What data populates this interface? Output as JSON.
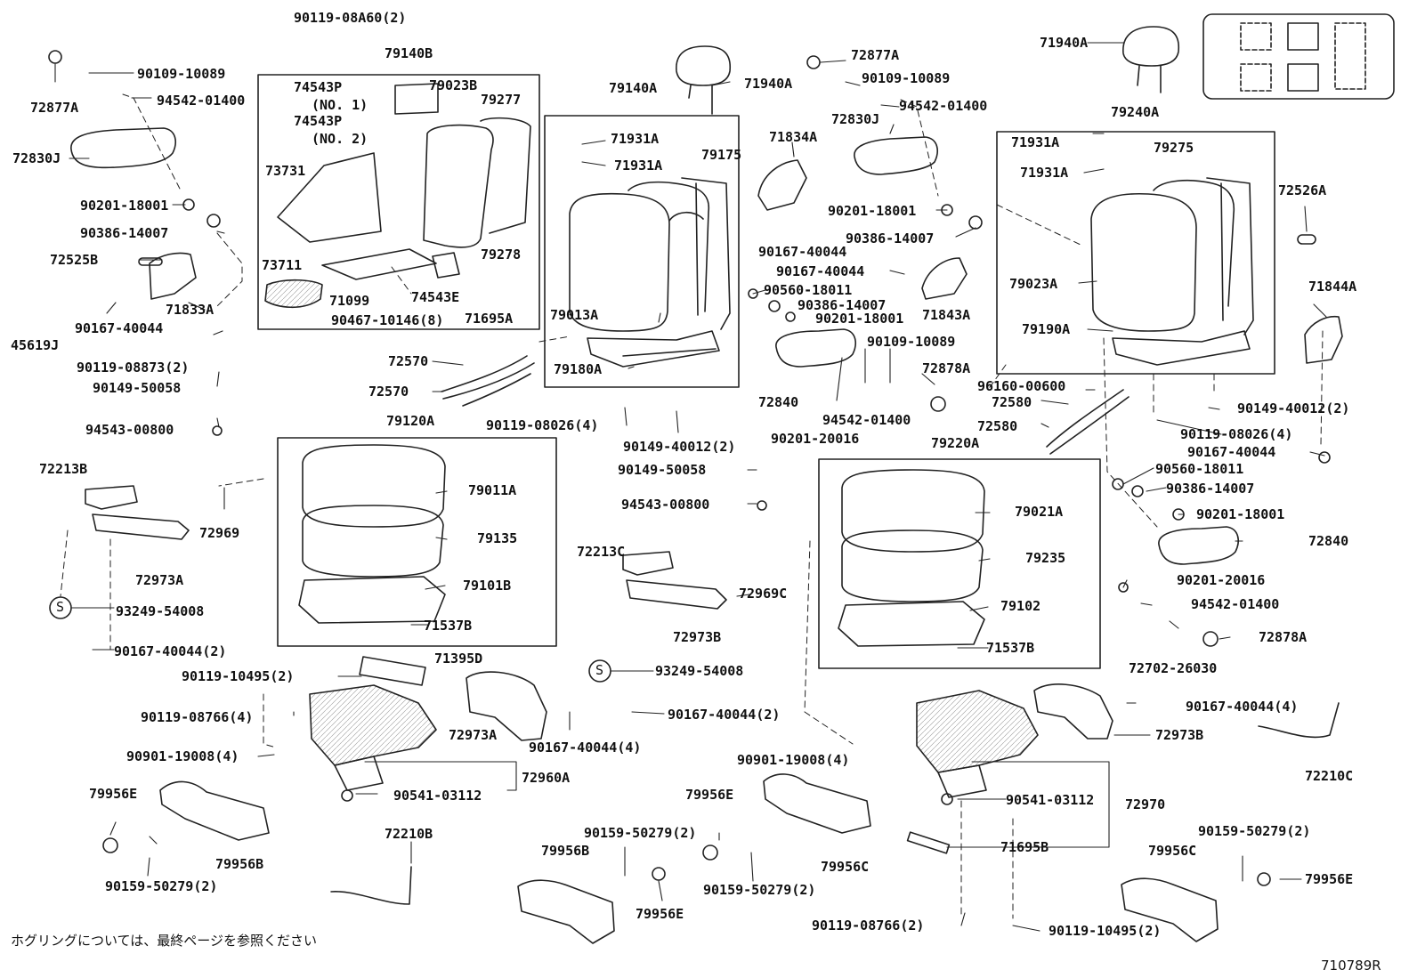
{
  "diagram": {
    "labels": [
      {
        "id": "l001",
        "text": "90119-08A60(2)"
      },
      {
        "id": "l002",
        "text": "79140B"
      },
      {
        "id": "l003",
        "text": "90109-10089"
      },
      {
        "id": "l004",
        "text": "72877A"
      },
      {
        "id": "l005",
        "text": "94542-01400"
      },
      {
        "id": "l006",
        "text": "74543P"
      },
      {
        "id": "l007",
        "text": "(NO. 1)"
      },
      {
        "id": "l008",
        "text": "74543P"
      },
      {
        "id": "l009",
        "text": "(NO. 2)"
      },
      {
        "id": "l010",
        "text": "79023B"
      },
      {
        "id": "l011",
        "text": "79277"
      },
      {
        "id": "l012",
        "text": "72830J"
      },
      {
        "id": "l013",
        "text": "73731"
      },
      {
        "id": "l014",
        "text": "90201-18001"
      },
      {
        "id": "l015",
        "text": "90386-14007"
      },
      {
        "id": "l016",
        "text": "72525B"
      },
      {
        "id": "l017",
        "text": "73711"
      },
      {
        "id": "l018",
        "text": "79278"
      },
      {
        "id": "l019",
        "text": "74543E"
      },
      {
        "id": "l020",
        "text": "71099"
      },
      {
        "id": "l021",
        "text": "71833A"
      },
      {
        "id": "l022",
        "text": "90467-10146(8)"
      },
      {
        "id": "l023",
        "text": "71695A"
      },
      {
        "id": "l024",
        "text": "90167-40044"
      },
      {
        "id": "l025",
        "text": "45619J"
      },
      {
        "id": "l026",
        "text": "90119-08873(2)"
      },
      {
        "id": "l027",
        "text": "90149-50058"
      },
      {
        "id": "l028",
        "text": "94543-00800"
      },
      {
        "id": "l029",
        "text": "79140A"
      },
      {
        "id": "l030",
        "text": "71940A"
      },
      {
        "id": "l031",
        "text": "71931A"
      },
      {
        "id": "l032",
        "text": "71931A"
      },
      {
        "id": "l033",
        "text": "79175"
      },
      {
        "id": "l034",
        "text": "79013A"
      },
      {
        "id": "l035",
        "text": "79180A"
      },
      {
        "id": "l036",
        "text": "72570"
      },
      {
        "id": "l037",
        "text": "72570"
      },
      {
        "id": "l038",
        "text": "90119-08026(4)"
      },
      {
        "id": "l039",
        "text": "90149-40012(2)"
      },
      {
        "id": "l040",
        "text": "72877A"
      },
      {
        "id": "l041",
        "text": "90109-10089"
      },
      {
        "id": "l042",
        "text": "94542-01400"
      },
      {
        "id": "l043",
        "text": "71834A"
      },
      {
        "id": "l044",
        "text": "72830J"
      },
      {
        "id": "l045",
        "text": "90201-18001"
      },
      {
        "id": "l046",
        "text": "90386-14007"
      },
      {
        "id": "l047",
        "text": "90167-40044"
      },
      {
        "id": "l048",
        "text": "90167-40044"
      },
      {
        "id": "l049",
        "text": "90560-18011"
      },
      {
        "id": "l050",
        "text": "90386-14007"
      },
      {
        "id": "l051",
        "text": "90201-18001"
      },
      {
        "id": "l052",
        "text": "71843A"
      },
      {
        "id": "l053",
        "text": "90109-10089"
      },
      {
        "id": "l054",
        "text": "72878A"
      },
      {
        "id": "l055",
        "text": "72840"
      },
      {
        "id": "l056",
        "text": "94542-01400"
      },
      {
        "id": "l057",
        "text": "90201-20016"
      },
      {
        "id": "l058",
        "text": "71940A"
      },
      {
        "id": "l059",
        "text": "79240A"
      },
      {
        "id": "l060",
        "text": "71931A"
      },
      {
        "id": "l061",
        "text": "71931A"
      },
      {
        "id": "l062",
        "text": "79275"
      },
      {
        "id": "l063",
        "text": "72526A"
      },
      {
        "id": "l064",
        "text": "79023A"
      },
      {
        "id": "l065",
        "text": "71844A"
      },
      {
        "id": "l066",
        "text": "79190A"
      },
      {
        "id": "l067",
        "text": "96160-00600"
      },
      {
        "id": "l068",
        "text": "72580"
      },
      {
        "id": "l069",
        "text": "72580"
      },
      {
        "id": "l070",
        "text": "90149-40012(2)"
      },
      {
        "id": "l071",
        "text": "90119-08026(4)"
      },
      {
        "id": "l072",
        "text": "90167-40044"
      },
      {
        "id": "l073",
        "text": "79120A"
      },
      {
        "id": "l074",
        "text": "79011A"
      },
      {
        "id": "l075",
        "text": "79135"
      },
      {
        "id": "l076",
        "text": "79101B"
      },
      {
        "id": "l077",
        "text": "71537B"
      },
      {
        "id": "l078",
        "text": "72213B"
      },
      {
        "id": "l079",
        "text": "72969"
      },
      {
        "id": "l080",
        "text": "72973A"
      },
      {
        "id": "l081",
        "text": "93249-54008"
      },
      {
        "id": "l082",
        "text": "90167-40044(2)"
      },
      {
        "id": "l083",
        "text": "90149-50058"
      },
      {
        "id": "l084",
        "text": "94543-00800"
      },
      {
        "id": "l085",
        "text": "72213C"
      },
      {
        "id": "l086",
        "text": "72969C"
      },
      {
        "id": "l087",
        "text": "72973B"
      },
      {
        "id": "l088",
        "text": "93249-54008"
      },
      {
        "id": "l089",
        "text": "90167-40044(2)"
      },
      {
        "id": "l090",
        "text": "79220A"
      },
      {
        "id": "l091",
        "text": "79021A"
      },
      {
        "id": "l092",
        "text": "79235"
      },
      {
        "id": "l093",
        "text": "79102"
      },
      {
        "id": "l094",
        "text": "71537B"
      },
      {
        "id": "l095",
        "text": "90560-18011"
      },
      {
        "id": "l096",
        "text": "90386-14007"
      },
      {
        "id": "l097",
        "text": "90201-18001"
      },
      {
        "id": "l098",
        "text": "72840"
      },
      {
        "id": "l099",
        "text": "90201-20016"
      },
      {
        "id": "l100",
        "text": "94542-01400"
      },
      {
        "id": "l101",
        "text": "72878A"
      },
      {
        "id": "l102",
        "text": "72702-26030"
      },
      {
        "id": "l103",
        "text": "71395D"
      },
      {
        "id": "l104",
        "text": "90119-10495(2)"
      },
      {
        "id": "l105",
        "text": "90119-08766(4)"
      },
      {
        "id": "l106",
        "text": "72973A"
      },
      {
        "id": "l107",
        "text": "90167-40044(4)"
      },
      {
        "id": "l108",
        "text": "90901-19008(4)"
      },
      {
        "id": "l109",
        "text": "72960A"
      },
      {
        "id": "l110",
        "text": "90541-03112"
      },
      {
        "id": "l111",
        "text": "79956E"
      },
      {
        "id": "l112",
        "text": "79956B"
      },
      {
        "id": "l113",
        "text": "90159-50279(2)"
      },
      {
        "id": "l114",
        "text": "72210B"
      },
      {
        "id": "l115",
        "text": "90167-40044(4)"
      },
      {
        "id": "l116",
        "text": "72973B"
      },
      {
        "id": "l117",
        "text": "72210C"
      },
      {
        "id": "l118",
        "text": "90901-19008(4)"
      },
      {
        "id": "l119",
        "text": "90541-03112"
      },
      {
        "id": "l120",
        "text": "72970"
      },
      {
        "id": "l121",
        "text": "79956E"
      },
      {
        "id": "l122",
        "text": "90159-50279(2)"
      },
      {
        "id": "l123",
        "text": "79956B"
      },
      {
        "id": "l124",
        "text": "79956C"
      },
      {
        "id": "l125",
        "text": "90159-50279(2)"
      },
      {
        "id": "l126",
        "text": "79956E"
      },
      {
        "id": "l127",
        "text": "71695B"
      },
      {
        "id": "l128",
        "text": "90159-50279(2)"
      },
      {
        "id": "l129",
        "text": "79956C"
      },
      {
        "id": "l130",
        "text": "79956E"
      },
      {
        "id": "l131",
        "text": "90119-08766(2)"
      },
      {
        "id": "l132",
        "text": "90119-10495(2)"
      }
    ],
    "footnote": "ホグリングについては、最終ページを参照ください",
    "figure_code": "710789R",
    "clip_symbol": "S"
  }
}
